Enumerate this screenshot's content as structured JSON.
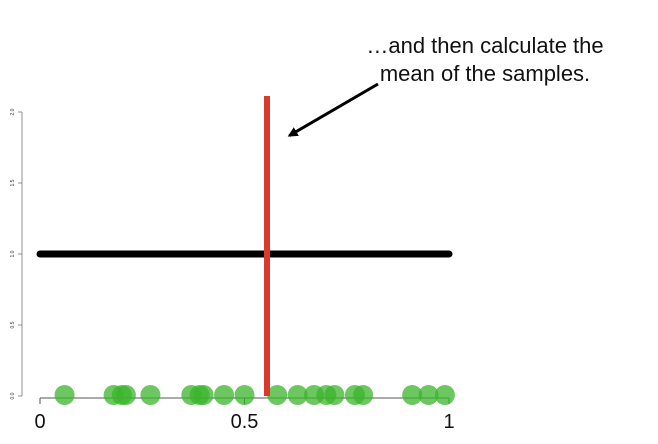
{
  "chart_data": {
    "type": "scatter",
    "title": "",
    "xlabel": "",
    "ylabel": "",
    "xlim": [
      0,
      1
    ],
    "ylim": [
      0,
      2
    ],
    "x_ticks": [
      {
        "value": 0,
        "label": "0"
      },
      {
        "value": 0.5,
        "label": "0.5"
      },
      {
        "value": 1,
        "label": "1"
      }
    ],
    "y_ticks": [
      {
        "value": 0.0,
        "label": "0.0"
      },
      {
        "value": 0.5,
        "label": "0.5"
      },
      {
        "value": 1.0,
        "label": "1.0"
      },
      {
        "value": 1.5,
        "label": "1.5"
      },
      {
        "value": 2.0,
        "label": "2.0"
      }
    ],
    "grid": false,
    "density_line": {
      "y": 1.0,
      "x_range": [
        0,
        1
      ],
      "color": "#000000"
    },
    "mean_line": {
      "x": 0.555,
      "y_range": [
        0,
        2.0
      ],
      "color": "#d93a2b"
    },
    "samples": {
      "color": "#3bb42b",
      "y": 0,
      "x": [
        0.06,
        0.18,
        0.2,
        0.21,
        0.27,
        0.37,
        0.39,
        0.4,
        0.45,
        0.5,
        0.58,
        0.63,
        0.67,
        0.7,
        0.72,
        0.77,
        0.79,
        0.91,
        0.95,
        0.99
      ]
    },
    "annotations": [
      {
        "lines": [
          "…and then calculate the",
          "mean of the samples."
        ],
        "points_to": {
          "x": 0.6,
          "y": 1.82
        }
      }
    ]
  }
}
